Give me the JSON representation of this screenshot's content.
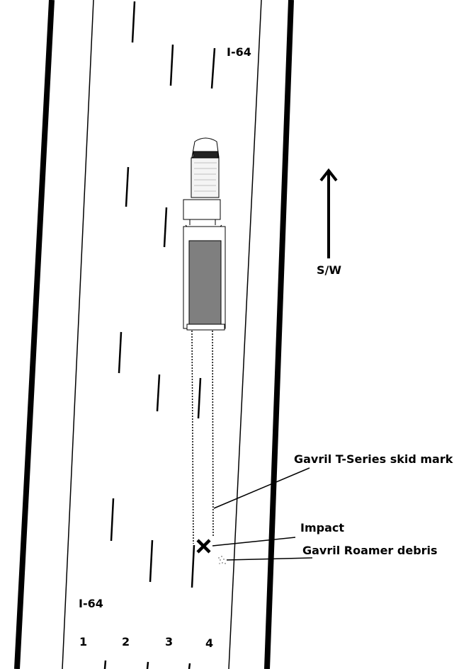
{
  "highway": {
    "route_label_top": "I-64",
    "route_label_bottom": "I-64",
    "lane_numbers": [
      "1",
      "2",
      "3",
      "4"
    ]
  },
  "compass": {
    "direction_label": "S/W"
  },
  "annotations": {
    "skid_mark": "Gavril T-Series skid mark",
    "impact": "Impact",
    "debris": "Gavril Roamer debris"
  },
  "colors": {
    "road_edge": "#000000",
    "trailer_fill": "#7f7f7f",
    "background": "#ffffff"
  }
}
